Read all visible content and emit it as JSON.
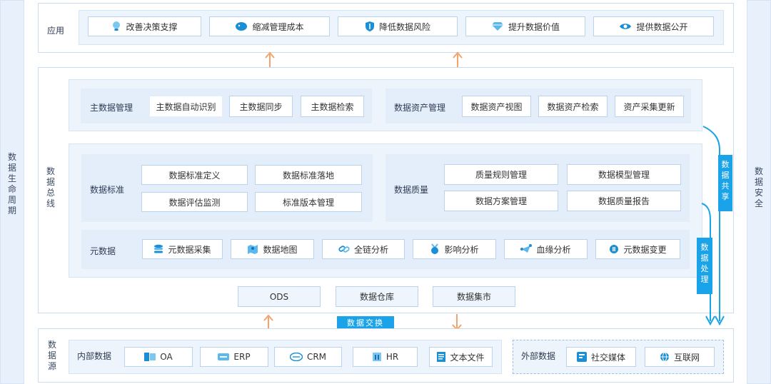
{
  "left_side": {
    "label": "数\n据\n生\n命\n周\n期"
  },
  "right_side": {
    "label": "数\n据\n安\n全"
  },
  "application": {
    "label": "应用",
    "items": [
      {
        "label": "改善决策支撑",
        "icon": "lightbulb-icon"
      },
      {
        "label": "缩减管理成本",
        "icon": "piggy-bank-icon"
      },
      {
        "label": "降低数据风险",
        "icon": "shield-icon"
      },
      {
        "label": "提升数据价值",
        "icon": "diamond-icon"
      },
      {
        "label": "提供数据公开",
        "icon": "eye-icon"
      }
    ]
  },
  "bus": {
    "label": "数\n据\n总\n线"
  },
  "master_data": {
    "label": "主数据管理",
    "items": [
      "主数据自动识别",
      "主数据同步",
      "主数据检索"
    ]
  },
  "asset": {
    "label": "数据资产管理",
    "items": [
      "数据资产视图",
      "数据资产检索",
      "资产采集更新"
    ]
  },
  "standard": {
    "label": "数据标准",
    "items": [
      "数据标准定义",
      "数据标准落地",
      "数据评估监测",
      "标准版本管理"
    ]
  },
  "quality": {
    "label": "数据质量",
    "items": [
      "质量规则管理",
      "数据模型管理",
      "数据方案管理",
      "数据质量报告"
    ]
  },
  "metadata": {
    "label": "元数据",
    "items": [
      {
        "label": "元数据采集",
        "icon": "database-icon"
      },
      {
        "label": "数据地图",
        "icon": "map-icon"
      },
      {
        "label": "全链分析",
        "icon": "link-icon"
      },
      {
        "label": "影响分析",
        "icon": "medal-icon"
      },
      {
        "label": "血缘分析",
        "icon": "network-icon"
      },
      {
        "label": "元数据变更",
        "icon": "refresh-icon"
      }
    ]
  },
  "storage": {
    "items": [
      "ODS",
      "数据仓库",
      "数据集市"
    ]
  },
  "exchange": {
    "label": "数据交换"
  },
  "share": {
    "label": "数\n据\n共\n享"
  },
  "process": {
    "label": "数\n据\n处\n理"
  },
  "source": {
    "label": "数\n据\n源",
    "internal": {
      "label": "内部数据",
      "items": [
        {
          "label": "OA",
          "icon": "oa-icon"
        },
        {
          "label": "ERP",
          "icon": "erp-icon"
        },
        {
          "label": "CRM",
          "icon": "crm-icon"
        },
        {
          "label": "HR",
          "icon": "hr-icon"
        },
        {
          "label": "文本文件",
          "icon": "document-icon"
        }
      ]
    },
    "external": {
      "label": "外部数据",
      "items": [
        {
          "label": "社交媒体",
          "icon": "social-icon"
        },
        {
          "label": "互联网",
          "icon": "globe-icon"
        }
      ]
    }
  },
  "colors": {
    "accent": "#1aa3e8",
    "arrow": "#f4a46a",
    "panel": "#edf4fc",
    "border": "#b9d2ee"
  }
}
